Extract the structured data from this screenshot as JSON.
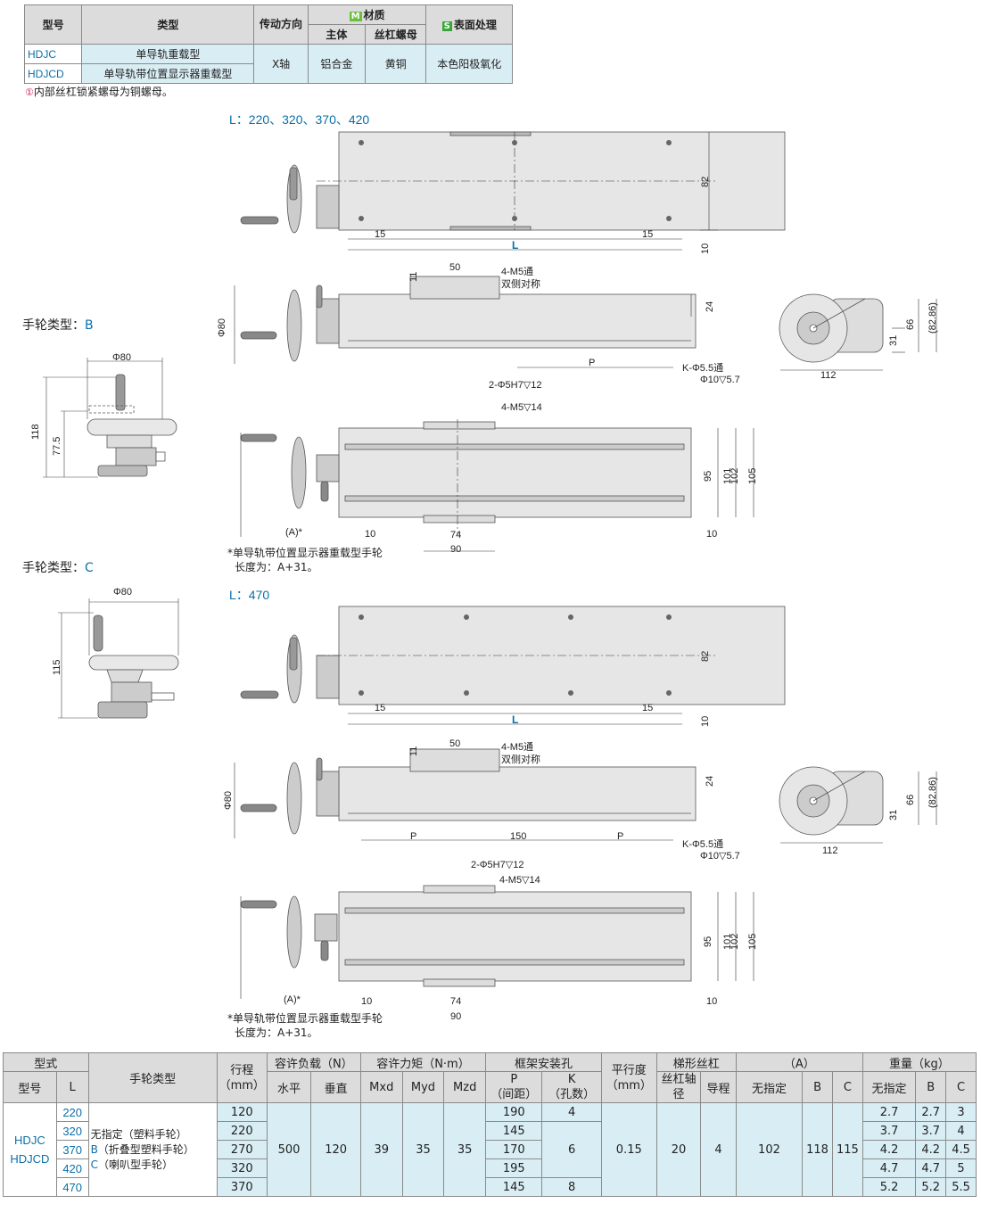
{
  "spec": {
    "headers": {
      "model": "型号",
      "type": "类型",
      "drive": "传动方向",
      "material": "材质",
      "material_mark": "M",
      "body": "主体",
      "nut": "丝杠螺母",
      "surface": "表面处理",
      "surface_mark": "S"
    },
    "rows": [
      {
        "model": "HDJC",
        "type": "单导轨重载型"
      },
      {
        "model": "HDJCD",
        "type": "单导轨带位置显示器重载型"
      }
    ],
    "drive": "X轴",
    "body": "铝合金",
    "nut": "黄铜",
    "surface": "本色阳极氧化"
  },
  "note": "内部丝杠锁紧螺母为铜螺母。",
  "note_icon": "info-circle-icon",
  "sections": {
    "handwheel_b": {
      "label": "手轮类型：",
      "value": "B"
    },
    "handwheel_c": {
      "label": "手轮类型：",
      "value": "C"
    },
    "l_group1": "L：220、320、370、420",
    "l_group2": "L：470"
  },
  "dims": {
    "d15": "15",
    "dL": "L",
    "d82": "82",
    "d10": "10",
    "d11": "11",
    "d50": "50",
    "m5_through": "4-M5通",
    "both_sides": "双侧对称",
    "d24": "24",
    "phi80": "Φ80",
    "P": "P",
    "k_hole": "K-Φ5.5通",
    "cbore": "Φ10▽5.7",
    "d66": "66",
    "d31": "31",
    "d8286": "(82.86)",
    "d112": "112",
    "pin": "2-Φ5H7▽12",
    "m5_tap": "4-M5▽14",
    "d95": "95",
    "d101": "101",
    "d102": "102",
    "d105": "105",
    "A": "(A)*",
    "d74": "74",
    "d90": "90",
    "d118": "118",
    "d775": "77.5",
    "d115": "115",
    "d150": "150"
  },
  "footnote": {
    "line1": "*单导轨带位置显示器重载型手轮",
    "line2": "长度为：A+31。"
  },
  "table": {
    "h": {
      "style": "型式",
      "model": "型号",
      "L": "L",
      "wheel": "手轮类型",
      "stroke": "行程",
      "stroke_unit": "（mm）",
      "load": "容许负载（N）",
      "horizontal": "水平",
      "vertical": "垂直",
      "moment": "容许力矩（N·m）",
      "mxd": "Mxd",
      "myd": "Myd",
      "mzd": "Mzd",
      "frame": "框架安装孔",
      "p": "P",
      "p_sub": "（间距）",
      "k": "K",
      "k_sub": "（孔数）",
      "parallel": "平行度",
      "parallel_unit": "（mm）",
      "screw": "梯形丝杠",
      "screw_dia": "丝杠轴径",
      "lead": "导程",
      "a": "（A）",
      "unspec": "无指定",
      "b": "B",
      "c": "C",
      "weight": "重量（kg）"
    },
    "models": [
      "HDJC",
      "HDJCD"
    ],
    "wheel_types": [
      {
        "code": "",
        "text": "无指定（塑料手轮）"
      },
      {
        "code": "B",
        "text": "（折叠型塑料手轮）"
      },
      {
        "code": "C",
        "text": "（喇叭型手轮）"
      }
    ],
    "rows": [
      {
        "L": "220",
        "stroke": "120",
        "P": "190",
        "wu": "2.7",
        "wb": "2.7",
        "wc": "3"
      },
      {
        "L": "320",
        "stroke": "220",
        "P": "145",
        "wu": "3.7",
        "wb": "3.7",
        "wc": "4"
      },
      {
        "L": "370",
        "stroke": "270",
        "P": "170",
        "wu": "4.2",
        "wb": "4.2",
        "wc": "4.5"
      },
      {
        "L": "420",
        "stroke": "320",
        "P": "195",
        "wu": "4.7",
        "wb": "4.7",
        "wc": "5"
      },
      {
        "L": "470",
        "stroke": "370",
        "P": "145",
        "wu": "5.2",
        "wb": "5.2",
        "wc": "5.5"
      }
    ],
    "K": [
      "4",
      "6",
      "8"
    ],
    "horizontal": "500",
    "vertical": "120",
    "mxd": "39",
    "myd": "35",
    "mzd": "35",
    "parallel": "0.15",
    "screw_dia": "20",
    "lead": "4",
    "a_unspec": "102",
    "a_b": "118",
    "a_c": "115"
  }
}
